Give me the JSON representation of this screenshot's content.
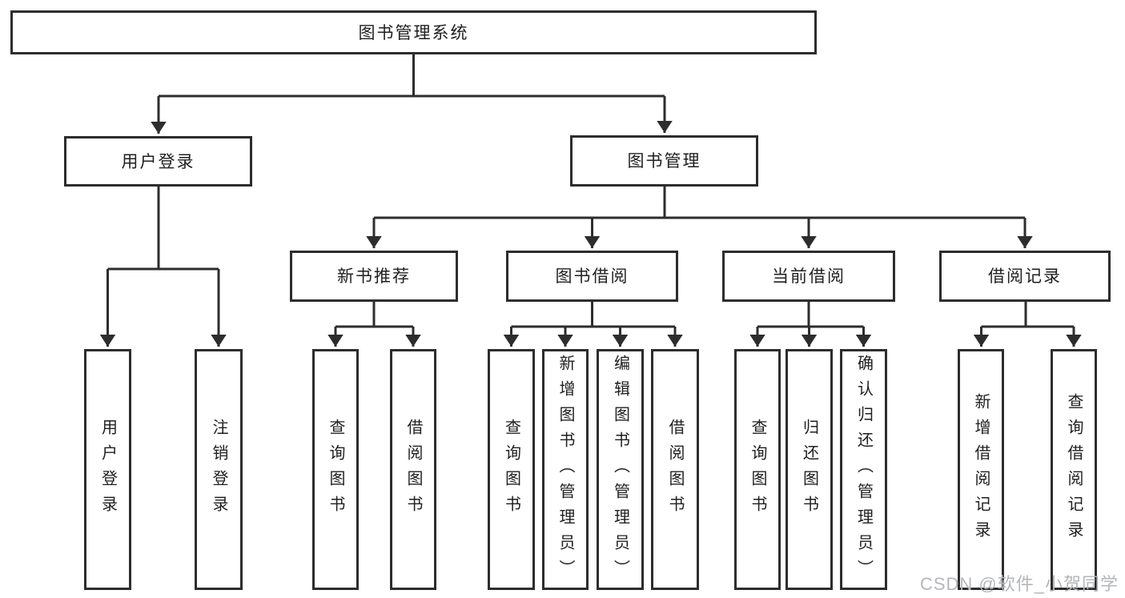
{
  "nodes": {
    "root": "图书管理系统",
    "user_login": "用户登录",
    "book_mgmt": "图书管理",
    "new_books": "新书推荐",
    "book_borrow": "图书借阅",
    "current_borrow": "当前借阅",
    "borrow_records": "借阅记录",
    "leaves": {
      "user_login": [
        "用户登录",
        "注销登录"
      ],
      "new_books": [
        "查询图书",
        "借阅图书"
      ],
      "book_borrow": [
        "查询图书",
        "新增图书（管理员）",
        "编辑图书（管理员）",
        "借阅图书"
      ],
      "current_borrow": [
        "查询图书",
        "归还图书",
        "确认归还（管理员）"
      ],
      "borrow_records": [
        "新增借阅记录",
        "查询借阅记录"
      ]
    }
  },
  "watermark": {
    "text": "CSDN @软件_小贺同学",
    "color": "#b4b6ba"
  },
  "colors": {
    "line": "#2d2d2d",
    "border": "#2d2d2d",
    "text": "#1f1f1f",
    "background": "#ffffff"
  }
}
